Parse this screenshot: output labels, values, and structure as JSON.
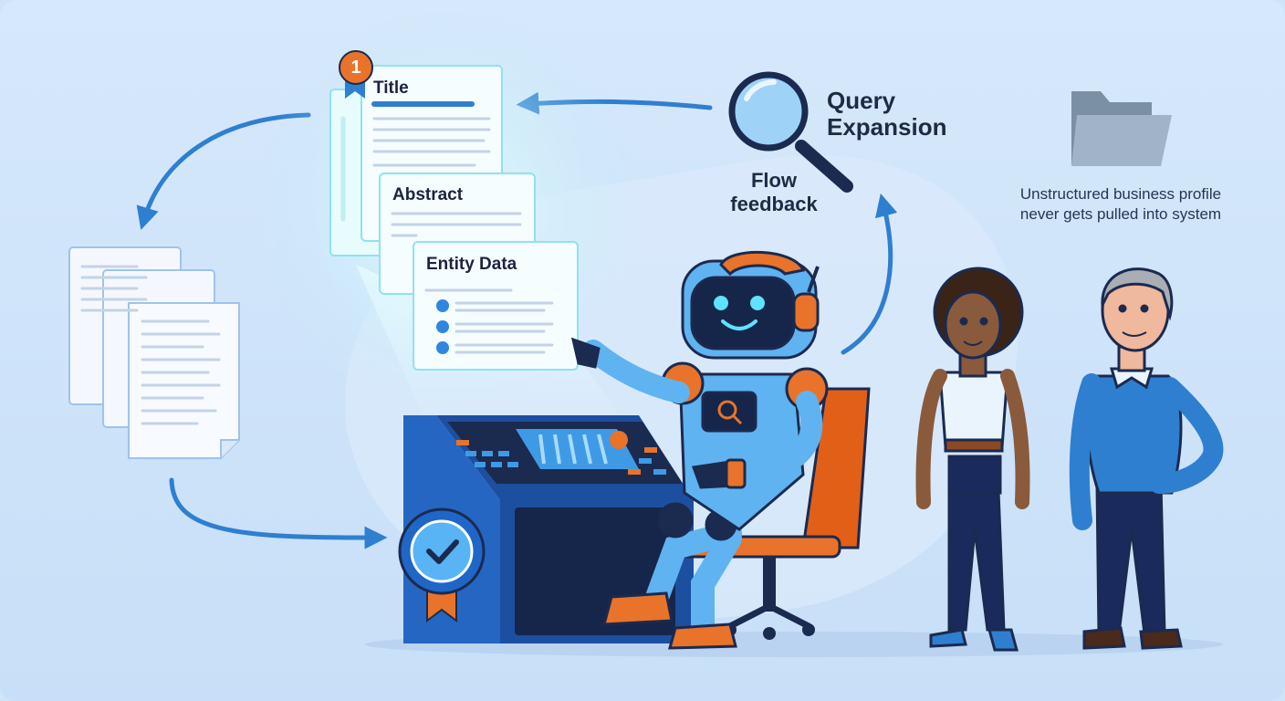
{
  "labels": {
    "badge_number": "1",
    "title": "Title",
    "abstract": "Abstract",
    "entity_data": "Entity Data",
    "query_expansion": "Query Expansion",
    "flow_feedback": "Flow feedback",
    "unstructured_note": "Unstructured business profile never gets pulled into system"
  },
  "colors": {
    "background": "#cfe3f9",
    "primary_blue": "#2f7fd0",
    "navy": "#1b2a4f",
    "orange": "#e9732a",
    "card_glow": "#bff1f5",
    "folder_gray": "#8fa3b8"
  }
}
